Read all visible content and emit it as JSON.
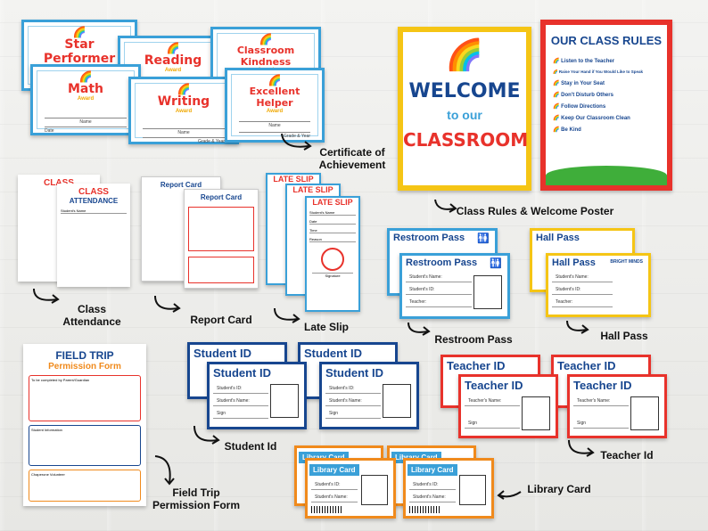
{
  "certificates": {
    "titles": [
      "Star Performer",
      "Reading",
      "Classroom Kindness",
      "Math",
      "Writing",
      "Excellent Helper"
    ],
    "award_label": "Award",
    "name_label": "Name",
    "date_label": "Date",
    "grade_label": "Grade & Year",
    "caption": "Certificate of Achievement"
  },
  "posters": {
    "welcome": [
      "WELCOME",
      "to our",
      "CLASSROOM"
    ],
    "rules_title": "OUR CLASS RULES",
    "rules": [
      "Listen to the Teacher",
      "Raise Your Hand if You Would Like to Speak",
      "Stay in Your Seat",
      "Don't Disturb Others",
      "Follow Directions",
      "Keep Our Classroom Clean",
      "Be Kind"
    ],
    "caption": "Class Rules & Welcome Poster"
  },
  "attendance": {
    "title": [
      "CLASS",
      "ATTENDANCE"
    ],
    "student_label": "Student's Name",
    "caption": "Class Attendance"
  },
  "report": {
    "title": "Report Card",
    "caption": "Report Card"
  },
  "late": {
    "title": "LATE SLIP",
    "fields": [
      "Student's Name",
      "Date",
      "Time",
      "Reason",
      "Signature"
    ],
    "caption": "Late Slip"
  },
  "restroom": {
    "title": "Restroom Pass",
    "fields": [
      "Student's Name:",
      "Student's ID:",
      "Teacher:"
    ],
    "caption": "Restroom Pass"
  },
  "hall": {
    "title": "Hall Pass",
    "fields": [
      "Student's Name:",
      "Student's ID:",
      "Teacher:"
    ],
    "caption": "Hall Pass"
  },
  "field_trip": {
    "title": [
      "FIELD TRIP",
      "Permission Form"
    ],
    "sections": [
      "To be completed by Parent/Guardian",
      "Student Information",
      "Chaperone Volunteer"
    ],
    "caption": "Field Trip Permission Form"
  },
  "student_id": {
    "title": "Student ID",
    "fields": [
      "Student's ID:",
      "Student's Name:",
      "Sign"
    ],
    "caption": "Student Id"
  },
  "teacher_id": {
    "title": "Teacher ID",
    "fields": [
      "Teacher's Name:",
      "Sign"
    ],
    "caption": "Teacher Id"
  },
  "library": {
    "title": "Library Card",
    "fields": [
      "Student's ID:",
      "Student's Name:"
    ],
    "caption": "Library Card"
  },
  "brand": "BRIGHT MINDS",
  "colors": {
    "red": "#e8322b",
    "blue": "#17468f",
    "yellow": "#f5c515",
    "sky": "#3aa0d8",
    "orange": "#f08a1c"
  }
}
